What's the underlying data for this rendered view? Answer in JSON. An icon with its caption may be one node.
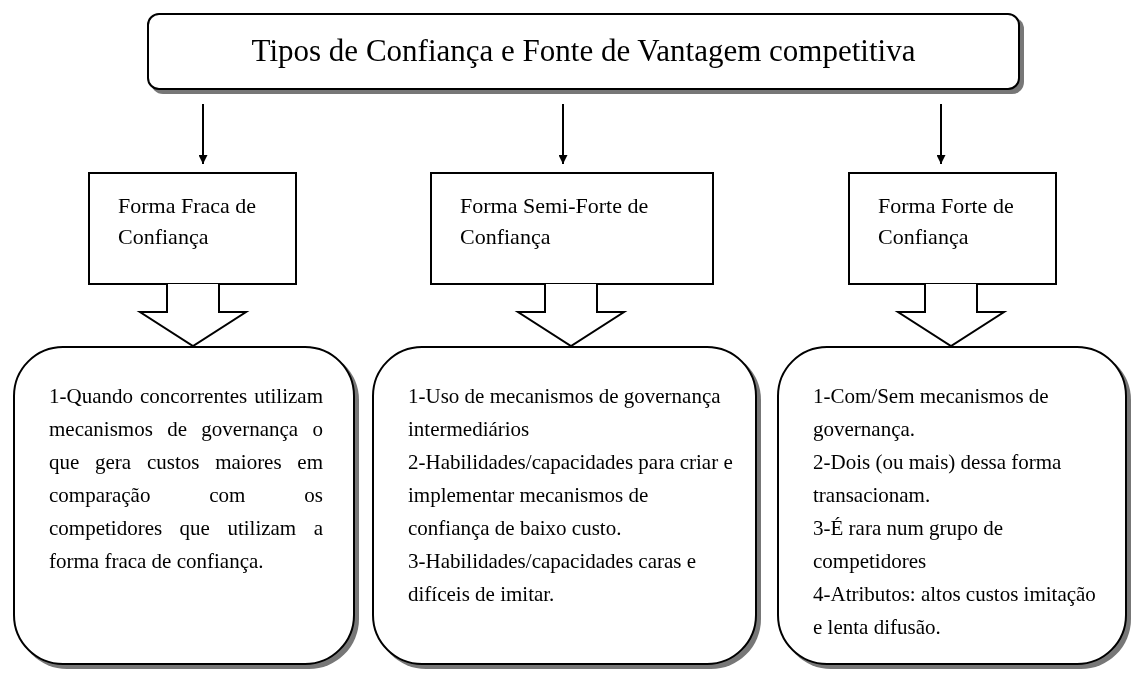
{
  "diagram": {
    "nodes": [
      {
        "text": [
          "Tipos de Confiança e Fonte de Vantagem competitiva"
        ]
      },
      {
        "text": [
          "Forma Fraca de Confiança"
        ]
      },
      {
        "text": [
          "Forma Semi-Forte de Confiança"
        ]
      },
      {
        "text": [
          "Forma Forte de Confiança"
        ]
      },
      {
        "text": [
          "1-Quando concorrentes utilizam mecanismos de governança o que gera custos maiores em comparação com os competidores que utilizam a forma fraca de confiança."
        ]
      },
      {
        "text": [
          "1-Uso de mecanismos de governança intermediários",
          "2-Habilidades/capacidades para criar e implementar mecanismos de confiança de baixo custo.",
          "3-Habilidades/capacidades caras e difíceis de imitar."
        ]
      },
      {
        "text": [
          "1-Com/Sem mecanismos de governança.",
          "2-Dois (ou mais) dessa forma transacionam.",
          "3-É rara num grupo de competidores",
          "4-Atributos: altos custos imitação e lenta difusão."
        ]
      }
    ],
    "edges": [
      {
        "from": 0,
        "to": 1,
        "arrow": "to"
      },
      {
        "from": 0,
        "to": 2,
        "arrow": "to"
      },
      {
        "from": 0,
        "to": 3,
        "arrow": "to"
      },
      {
        "from": 1,
        "to": 4,
        "arrow": "to"
      },
      {
        "from": 2,
        "to": 5,
        "arrow": "to"
      },
      {
        "from": 3,
        "to": 6,
        "arrow": "to"
      }
    ]
  }
}
